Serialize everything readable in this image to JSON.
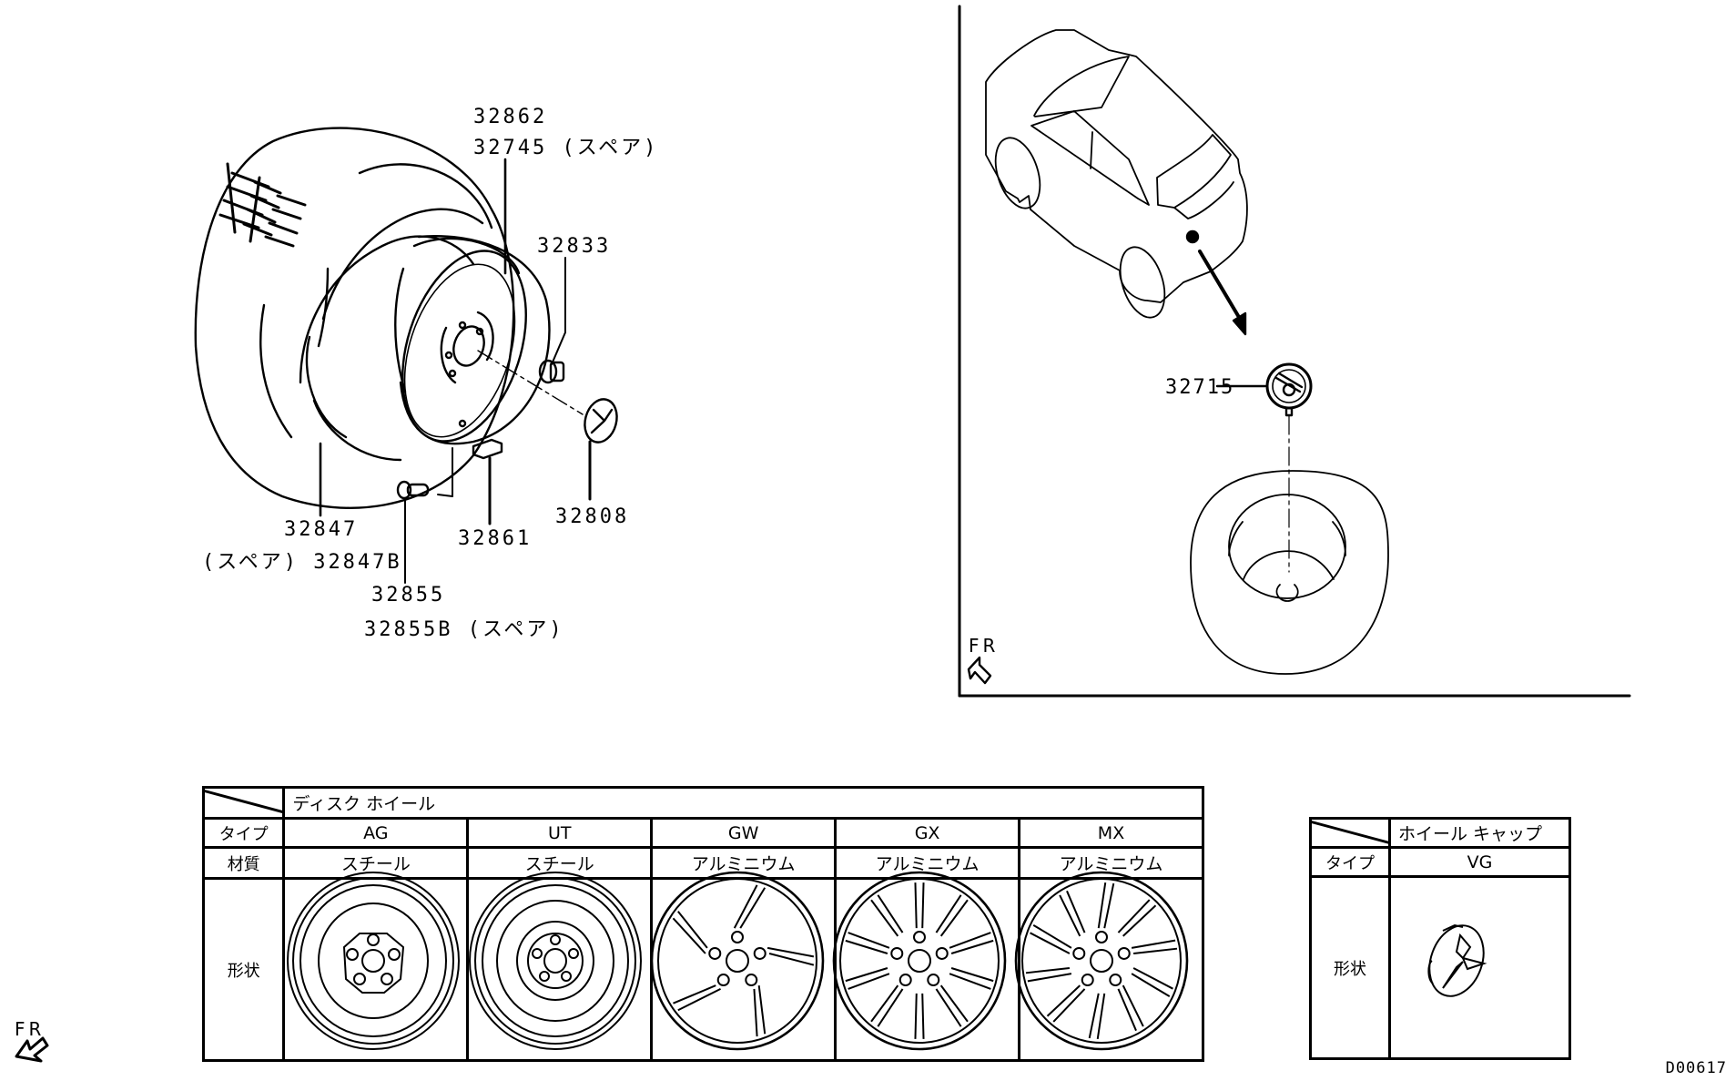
{
  "diagram_code": "D00617",
  "left_view": {
    "callouts": {
      "c32862": "32862",
      "c32745": "32745 (スペア)",
      "c32833": "32833",
      "c32808": "32808",
      "c32861": "32861",
      "c32847": "32847",
      "c32847b": "(スペア) 32847B",
      "c32855": "32855",
      "c32855b": "32855B (スペア)"
    },
    "direction_label": "FR"
  },
  "right_view": {
    "callouts": {
      "c32715": "32715"
    },
    "direction_label": "FR"
  },
  "disc_wheel_table": {
    "title": "ディスク ホイール",
    "row_labels": {
      "type": "タイプ",
      "material": "材質",
      "shape": "形状"
    },
    "columns": [
      {
        "type": "AG",
        "material": "スチール",
        "shape_icon": "steel-wheel-ag"
      },
      {
        "type": "UT",
        "material": "スチール",
        "shape_icon": "steel-wheel-ut"
      },
      {
        "type": "GW",
        "material": "アルミニウム",
        "shape_icon": "alloy-wheel-gw"
      },
      {
        "type": "GX",
        "material": "アルミニウム",
        "shape_icon": "alloy-wheel-gx"
      },
      {
        "type": "MX",
        "material": "アルミニウム",
        "shape_icon": "alloy-wheel-mx"
      }
    ]
  },
  "wheel_cap_table": {
    "title": "ホイール キャップ",
    "row_labels": {
      "type": "タイプ",
      "shape": "形状"
    },
    "columns": [
      {
        "type": "VG",
        "shape_icon": "wheel-cap-vg"
      }
    ]
  }
}
